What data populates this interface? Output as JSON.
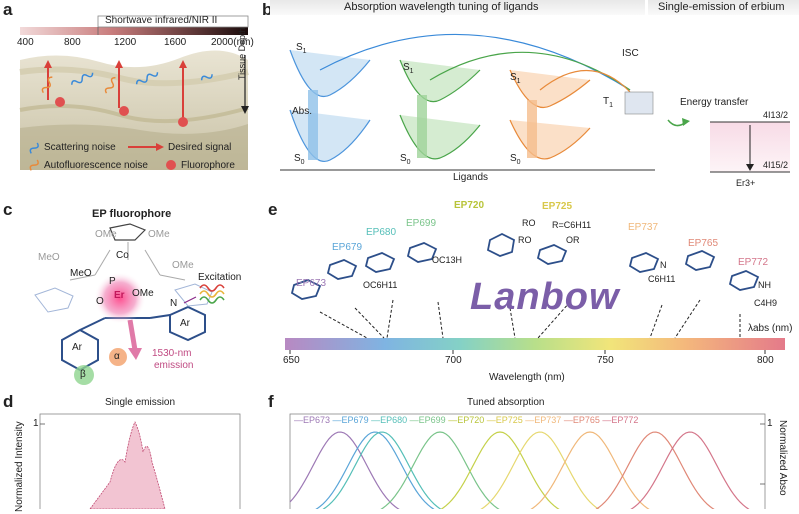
{
  "panel_labels": [
    "a",
    "b",
    "c",
    "d",
    "e",
    "f"
  ],
  "panel_a": {
    "swir_label": "Shortwave infrared/NIR II",
    "ticks": [
      "400",
      "800",
      "1200",
      "1600",
      "2000(nm)"
    ],
    "tissue_depth": "Tissue Depth",
    "legend": {
      "scattering": "Scattering noise",
      "autofluorescence": "Autofluorescence noise",
      "desired": "Desired signal",
      "fluorophore": "Fluorophore"
    }
  },
  "panel_b": {
    "header_left": "Absorption wavelength tuning of ligands",
    "header_right": "Single-emission of erbium",
    "s1": "S",
    "s0": "S",
    "sub1": "1",
    "sub0": "0",
    "abs": "Abs.",
    "isc": "ISC",
    "t1": "T",
    "ligands": "Ligands",
    "energy_transfer": "Energy transfer",
    "level_top": "4I13/2",
    "level_bottom": "4I15/2",
    "er": "Er3+"
  },
  "panel_c": {
    "title": "EP fluorophore",
    "excitation": "Excitation",
    "emission_1": "1530-nm",
    "emission_2": "emission",
    "labels": {
      "co": "Co",
      "p": "P",
      "er": "Er",
      "ar": "Ar",
      "alpha": "α",
      "beta": "β",
      "meo1": "MeO",
      "meo2": "MeO",
      "ome1": "OMe",
      "ome2": "OMe",
      "ome3": "OMe",
      "ome4": "OMe",
      "n": "N",
      "o": "O"
    }
  },
  "panel_d": {
    "title": "Single emission",
    "ylabel": "Normalized Intensity",
    "ytick": "1"
  },
  "panel_e": {
    "lanbow": "Lanbow",
    "xlabel": "Wavelength (nm)",
    "axis_right": "λabs (nm)",
    "ticks": [
      "650",
      "700",
      "750",
      "800"
    ],
    "compounds": [
      "EP673",
      "EP679",
      "EP680",
      "EP699",
      "EP720",
      "EP725",
      "EP737",
      "EP765",
      "EP772"
    ],
    "substituents": {
      "oc6": "OC6H11",
      "oc13": "OC13H",
      "r": "R=C6H11",
      "ro": "RO",
      "or": "OR",
      "n": "N",
      "c6h11": "C6H11",
      "nh": "NH",
      "c4h9": "C4H9"
    }
  },
  "panel_f": {
    "title": "Tuned absorption",
    "ylabel": "Normalized Abso",
    "ytick": "1",
    "legend": [
      "EP673",
      "EP679",
      "EP680",
      "EP699",
      "EP720",
      "EP725",
      "EP737",
      "EP765",
      "EP772"
    ]
  },
  "colors": {
    "ep673": "#9d79b5",
    "ep679": "#5aa5d8",
    "ep680": "#55bfb8",
    "ep699": "#7ac48a",
    "ep720": "#c5d14a",
    "ep725": "#e6d870",
    "ep737": "#f0b87a",
    "ep765": "#e08877",
    "ep772": "#d4768a",
    "er_magenta": "#d9387f"
  }
}
